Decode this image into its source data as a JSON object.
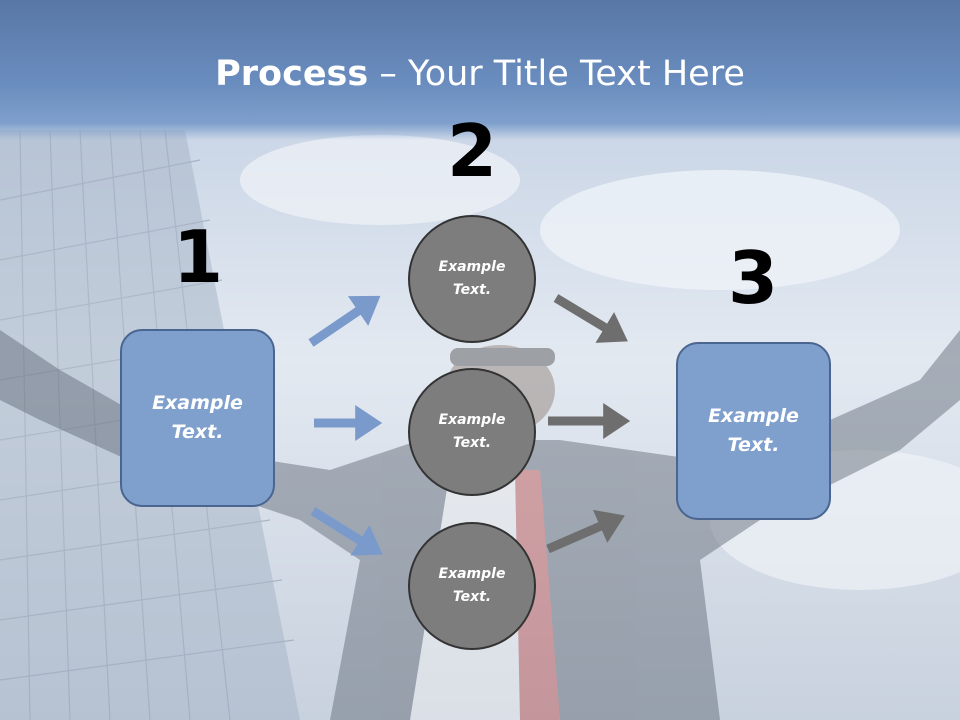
{
  "slide": {
    "title_bold": "Process",
    "title_rest": " – Your Title Text Here"
  },
  "steps": {
    "one": {
      "number": "1",
      "label": "Example\nText."
    },
    "two": {
      "number": "2"
    },
    "three": {
      "number": "3",
      "label": "Example\nText."
    }
  },
  "middle_circles": [
    {
      "label": "Example\nText."
    },
    {
      "label": "Example\nText."
    },
    {
      "label": "Example\nText."
    }
  ],
  "colors": {
    "box_fill": "#7f9fcd",
    "circle_fill": "#7d7d7d",
    "blue_arrow": "#7a9acc",
    "gray_arrow": "#6e6e6e",
    "title_band": "#5e7fb0"
  }
}
